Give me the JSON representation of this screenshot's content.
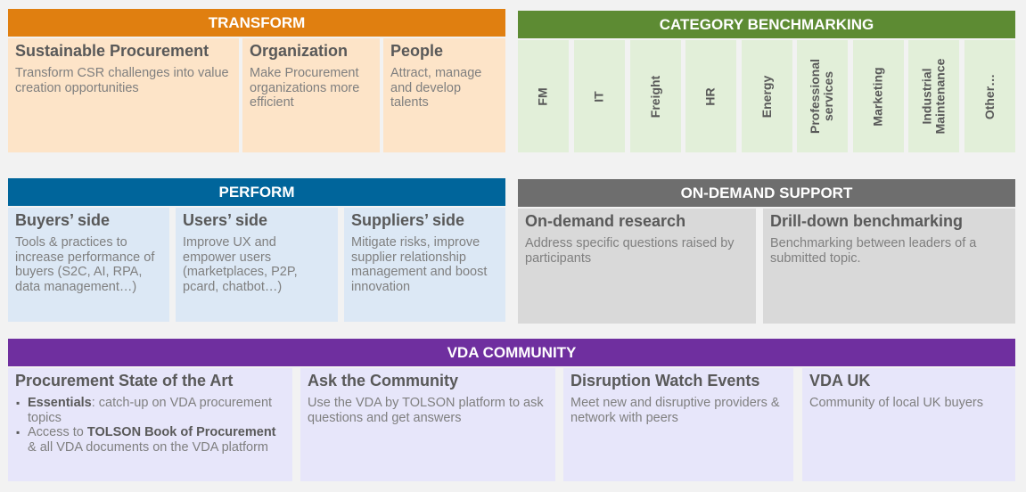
{
  "colors": {
    "transform": "#e07f10",
    "transform_bg": "#fde4c8",
    "benchmark": "#5d8b33",
    "benchmark_bg": "#e2efd9",
    "perform": "#00659b",
    "perform_bg": "#dce8f5",
    "ondemand": "#6e6e6e",
    "ondemand_bg": "#d9d9d9",
    "community": "#6f2f9f",
    "community_bg": "#e7e6fa"
  },
  "transform": {
    "title": "TRANSFORM",
    "cards": [
      {
        "heading": "Sustainable Procurement",
        "text": "Transform CSR challenges into value creation opportunities"
      },
      {
        "heading": "Organization",
        "text": "Make Procurement organizations more efficient"
      },
      {
        "heading": "People",
        "text": "Attract, manage and develop talents"
      }
    ]
  },
  "benchmarking": {
    "title": "CATEGORY BENCHMARKING",
    "categories": [
      "FM",
      "IT",
      "Freight",
      "HR",
      "Energy",
      "Professional\nservices",
      "Marketing",
      "Industrial\nMaintenance",
      "Other…"
    ]
  },
  "perform": {
    "title": "PERFORM",
    "cards": [
      {
        "heading": "Buyers’ side",
        "text": "Tools & practices to increase performance of buyers (S2C, AI, RPA, data management…)"
      },
      {
        "heading": "Users’ side",
        "text": "Improve UX and empower users (marketplaces, P2P, pcard, chatbot…)"
      },
      {
        "heading": "Suppliers’ side",
        "text": "Mitigate risks, improve supplier relationship management and boost innovation"
      }
    ]
  },
  "ondemand": {
    "title": "ON-DEMAND SUPPORT",
    "cards": [
      {
        "heading": "On-demand research",
        "text": "Address specific questions raised by participants"
      },
      {
        "heading": "Drill-down benchmarking",
        "text": "Benchmarking between leaders of a submitted topic."
      }
    ]
  },
  "community": {
    "title": "VDA COMMUNITY",
    "state_of_art": {
      "heading": "Procurement State of the Art",
      "b1_bold": "Essentials",
      "b1_rest": ": catch-up on VDA procurement topics",
      "b2_pre": "Access to ",
      "b2_bold": "TOLSON Book of Procurement",
      "b2_rest": " & all VDA documents on the VDA platform"
    },
    "cards": [
      {
        "heading": "Ask the Community",
        "text": "Use the VDA by TOLSON platform to ask questions and get answers"
      },
      {
        "heading": "Disruption Watch Events",
        "text": "Meet new and disruptive providers & network with peers"
      },
      {
        "heading": "VDA UK",
        "text": "Community of local UK buyers"
      }
    ]
  }
}
